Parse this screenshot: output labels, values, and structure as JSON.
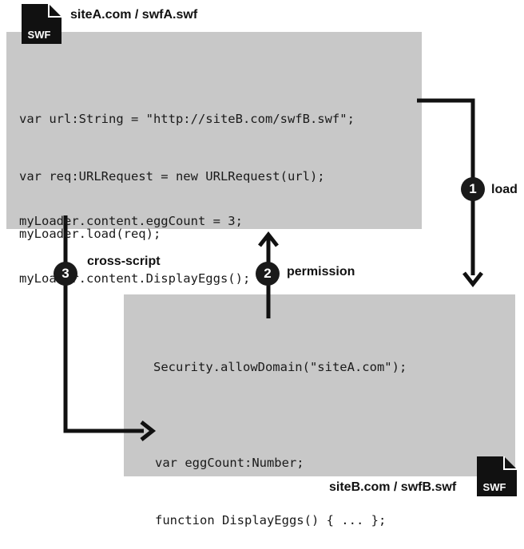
{
  "swf_a": {
    "file_label": "siteA.com / swfA.swf",
    "icon_text": "SWF",
    "code_top": [
      "var url:String = \"http://siteB.com/swfB.swf\";",
      "var req:URLRequest = new URLRequest(url);",
      "myLoader.load(req);"
    ],
    "code_bottom": [
      "myLoader.content.eggCount = 3;",
      "myLoader.content.DisplayEggs();"
    ]
  },
  "swf_b": {
    "file_label": "siteB.com / swfB.swf",
    "icon_text": "SWF",
    "code_top": [
      "Security.allowDomain(\"siteA.com\");"
    ],
    "code_bottom": [
      "var eggCount:Number;",
      "function DisplayEggs() { ... };"
    ]
  },
  "steps": [
    {
      "number": "1",
      "label": "load"
    },
    {
      "number": "2",
      "label": "permission"
    },
    {
      "number": "3",
      "label": "cross-script"
    }
  ]
}
